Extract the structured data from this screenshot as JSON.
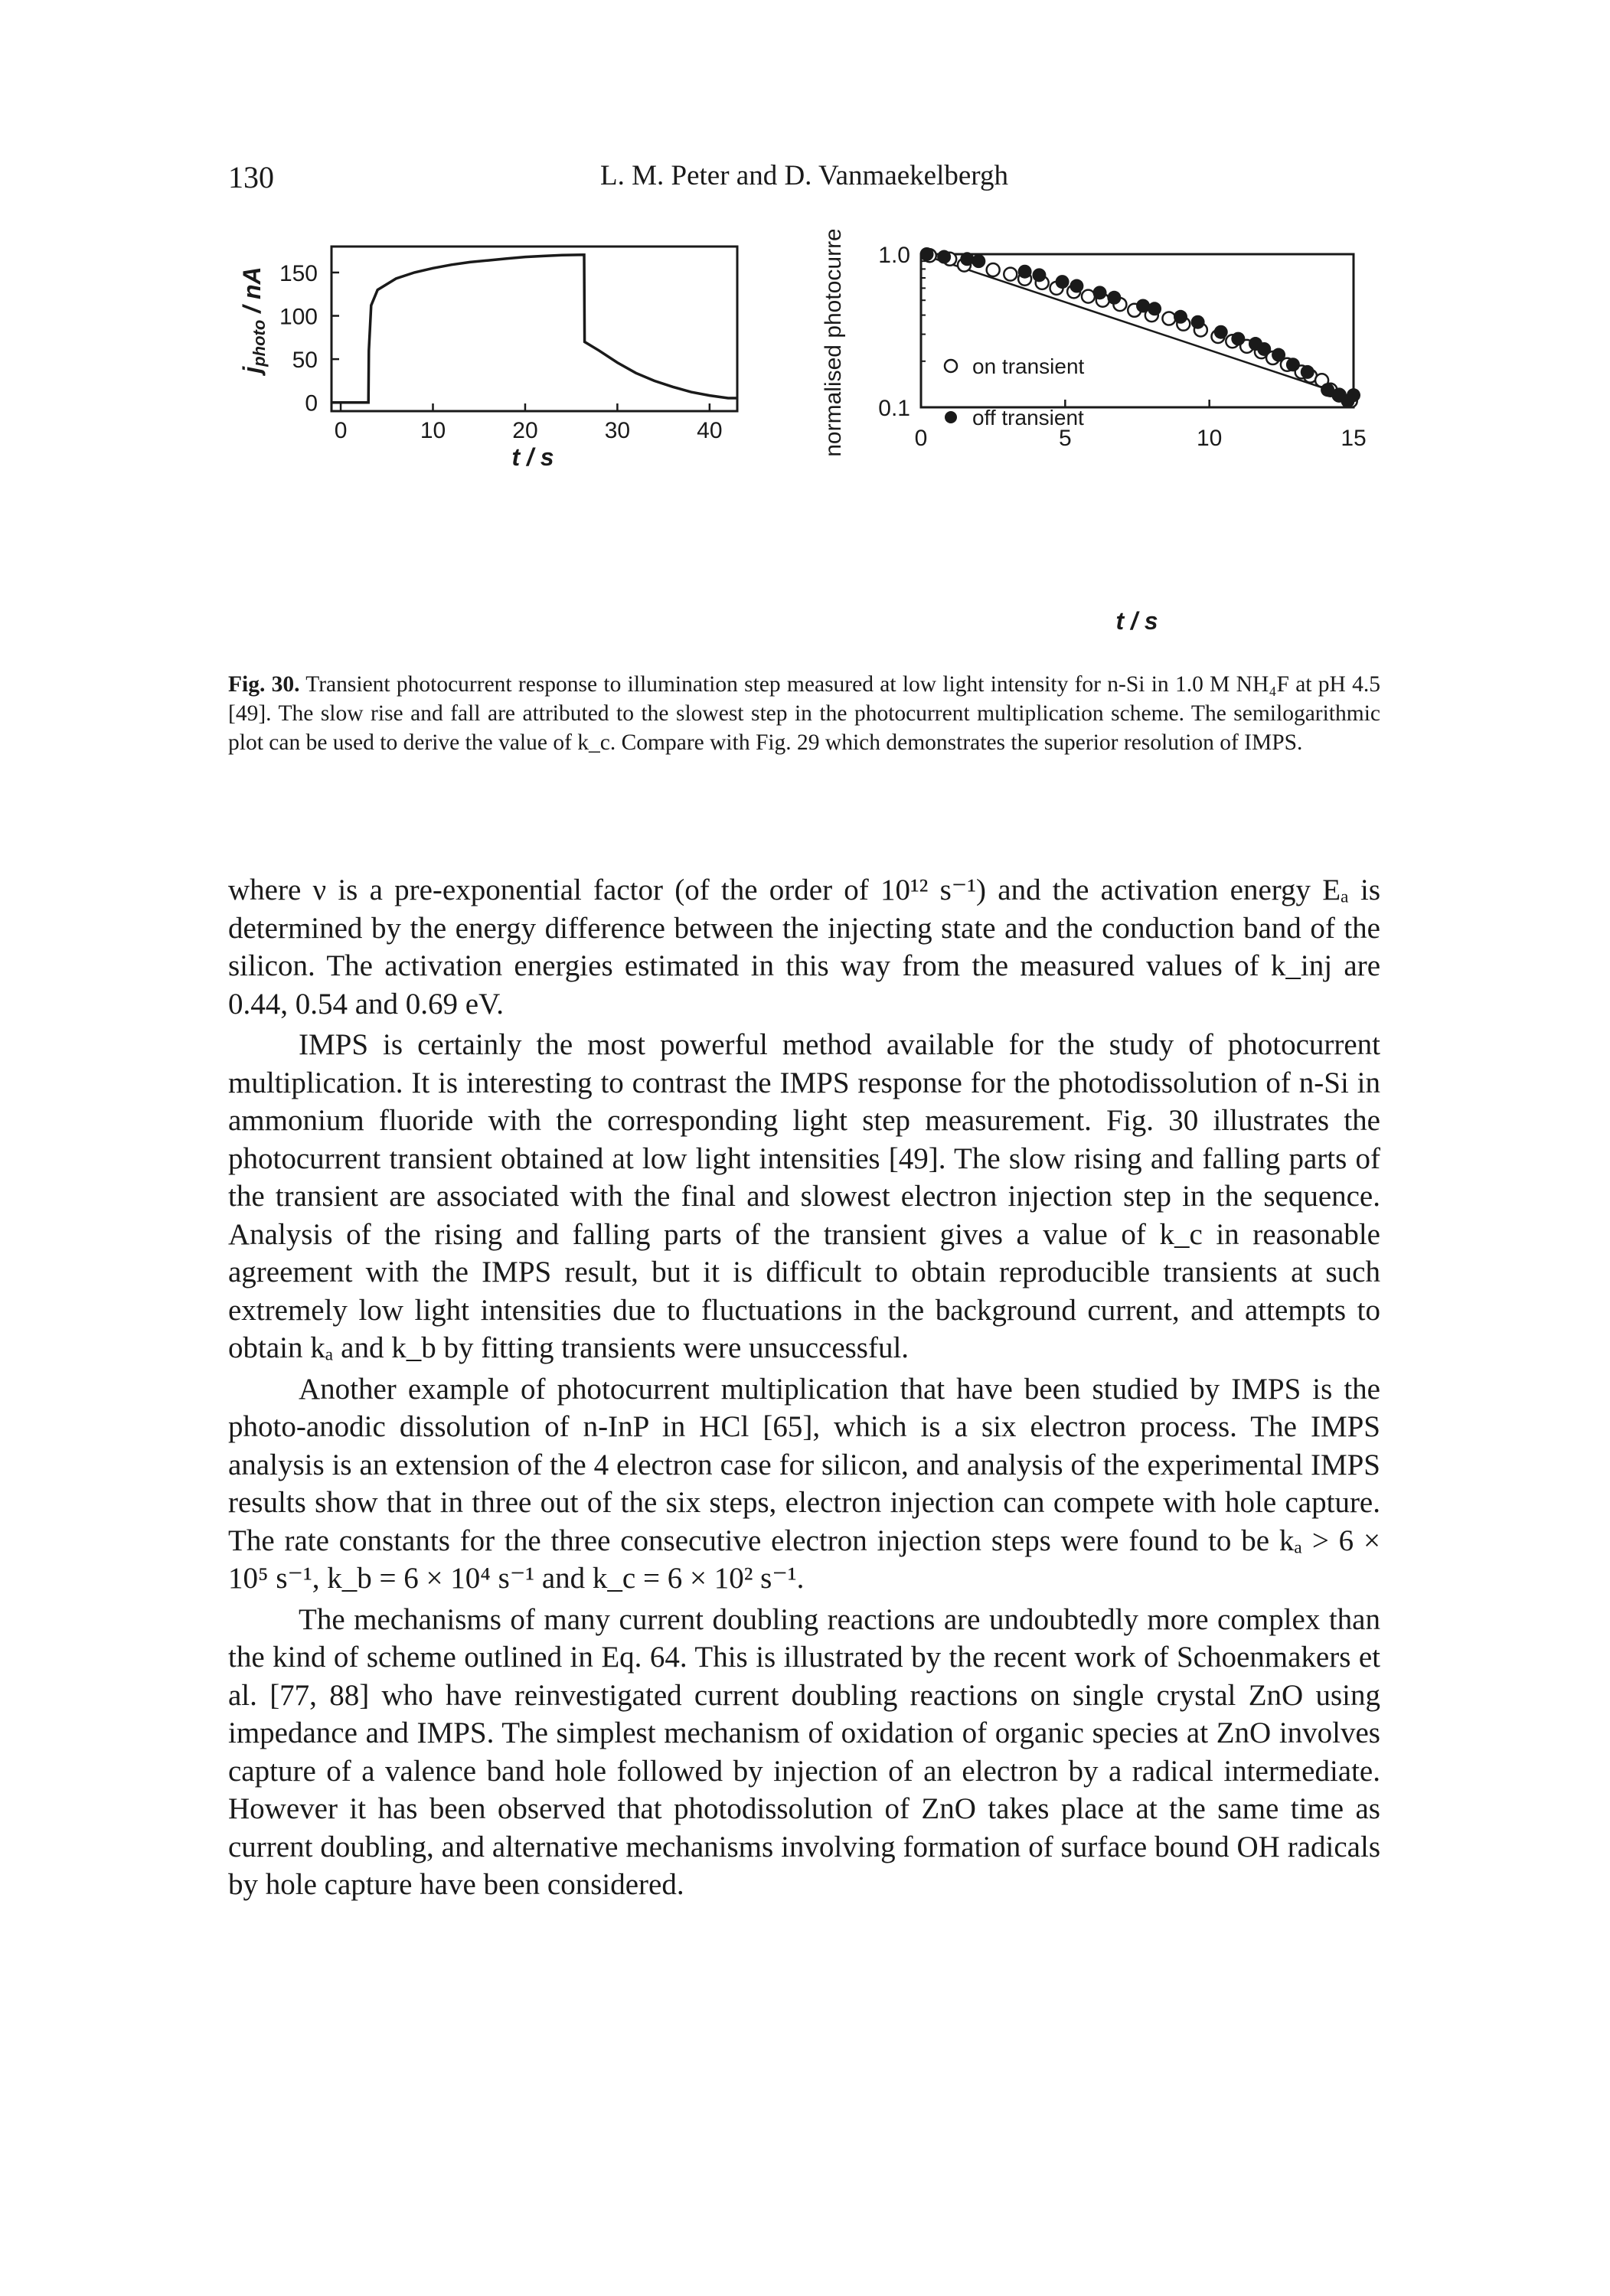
{
  "header": {
    "page_number": "130",
    "running_head": "L. M. Peter and D. Vanmaekelbergh"
  },
  "figure": {
    "left_panel": {
      "ylabel": "j_photo / nA",
      "xlabel": "t / s",
      "yticks": [
        "150",
        "100",
        "50",
        "0"
      ],
      "xticks": [
        "0",
        "10",
        "20",
        "30",
        "40"
      ]
    },
    "right_panel": {
      "ylabel": "normalised photocurrent",
      "xlabel": "t / s",
      "yticks": [
        "1.0",
        "0.1"
      ],
      "xticks": [
        "0",
        "5",
        "10",
        "15"
      ],
      "legend_on": "on transient",
      "legend_off": "off transient"
    }
  },
  "chart_data": [
    {
      "type": "line",
      "xlabel": "t / s",
      "ylabel": "j_photo / nA",
      "xlim": [
        -1,
        43
      ],
      "ylim": [
        -10,
        180
      ],
      "series": [
        {
          "x": [
            -1,
            3,
            3.05,
            3.3,
            4,
            6,
            8,
            10,
            12,
            14,
            16,
            18,
            20,
            22,
            24,
            26.4,
            26.45,
            28,
            30,
            32,
            34,
            36,
            38,
            40,
            42,
            43
          ],
          "values": [
            0,
            0,
            60,
            112,
            130,
            143,
            150,
            155,
            159,
            162,
            164,
            166,
            168,
            169,
            170,
            170.5,
            70,
            60,
            46,
            34,
            25,
            18,
            12,
            8,
            5,
            5
          ]
        }
      ]
    },
    {
      "type": "scatter",
      "xlabel": "t / s",
      "ylabel": "normalised photocurrent",
      "xlim": [
        0,
        15
      ],
      "ylim": [
        0.1,
        1.0
      ],
      "log_y": true,
      "legend_position": "bottom-left",
      "series": [
        {
          "name": "on transient",
          "marker": "open-circle",
          "x": [
            0.3,
            1.0,
            1.5,
            2.5,
            3.1,
            3.6,
            4.2,
            4.7,
            5.3,
            5.8,
            6.3,
            6.9,
            7.4,
            8.0,
            8.6,
            9.1,
            9.7,
            10.3,
            10.8,
            11.3,
            11.8,
            12.2,
            12.7,
            13.2,
            13.5,
            13.9,
            14.2,
            14.5,
            14.9
          ],
          "values": [
            0.98,
            0.93,
            0.85,
            0.79,
            0.74,
            0.69,
            0.65,
            0.6,
            0.57,
            0.53,
            0.5,
            0.47,
            0.43,
            0.4,
            0.38,
            0.35,
            0.32,
            0.29,
            0.27,
            0.25,
            0.23,
            0.21,
            0.19,
            0.17,
            0.16,
            0.15,
            0.13,
            0.12,
            0.11
          ]
        },
        {
          "name": "off transient",
          "marker": "filled-circle",
          "x": [
            0.2,
            0.8,
            1.6,
            2.0,
            3.6,
            4.1,
            4.9,
            5.4,
            6.2,
            6.7,
            7.7,
            8.1,
            9.0,
            9.6,
            10.4,
            11.0,
            11.6,
            11.9,
            12.4,
            12.9,
            13.4,
            14.1,
            14.5,
            14.8,
            15.0
          ],
          "values": [
            1.0,
            0.96,
            0.93,
            0.9,
            0.77,
            0.73,
            0.66,
            0.62,
            0.56,
            0.52,
            0.46,
            0.44,
            0.39,
            0.36,
            0.31,
            0.28,
            0.26,
            0.24,
            0.22,
            0.19,
            0.17,
            0.13,
            0.12,
            0.11,
            0.12
          ]
        },
        {
          "name": "fit",
          "marker": "line",
          "x": [
            0,
            15
          ],
          "values": [
            1.0,
            0.115
          ]
        }
      ]
    }
  ],
  "caption": {
    "label": "Fig. 30.",
    "text": "Transient photocurrent response to illumination step measured at low light intensity for n-Si in 1.0 M NH₄F at pH 4.5 [49]. The slow rise and fall are attributed to the slowest step in the photocurrent multiplication scheme. The semilogarithmic plot can be used to derive the value of k_c. Compare with Fig. 29 which demonstrates the superior resolution of IMPS."
  },
  "body": {
    "p1": "where ν is a pre-exponential factor (of the order of 10¹² s⁻¹) and the activation energy Eₐ is determined by the energy difference between the injecting state and the conduction band of the silicon. The activation energies estimated in this way from the measured values of k_inj are 0.44, 0.54 and 0.69 eV.",
    "p2": "IMPS is certainly the most powerful method available for the study of photocurrent multiplication. It is interesting to contrast the IMPS response for the photodissolution of n-Si in ammonium fluoride with the corresponding light step measurement. Fig. 30 illustrates the photocurrent transient obtained at low light intensities [49]. The slow rising and falling parts of the transient are associated with the final and slowest electron injection step in the sequence. Analysis of the rising and falling parts of the transient gives a value of k_c in reasonable agreement with the IMPS result, but it is difficult to obtain reproducible transients at such extremely low light intensities due to fluctuations in the background current, and attempts to obtain kₐ and k_b by fitting transients were unsuccessful.",
    "p3": "Another example of photocurrent multiplication that have been studied by IMPS is the photo-anodic dissolution of n-InP in HCl [65], which is a six electron process. The IMPS analysis is an extension of the 4 electron case for silicon, and analysis of the experimental IMPS results show that in three out of the six steps, electron injection can compete with hole capture. The rate constants for the three consecutive electron injection steps were found to be kₐ > 6 × 10⁵ s⁻¹, k_b = 6 × 10⁴ s⁻¹ and k_c = 6 × 10² s⁻¹.",
    "p4": "The mechanisms of many current doubling reactions are undoubtedly more complex than the kind of scheme outlined in Eq. 64. This is illustrated by the recent work of Schoenmakers et al. [77, 88] who have reinvestigated current doubling reactions on single crystal ZnO using impedance and IMPS. The simplest mechanism of oxidation of organic species at ZnO involves capture of a valence band hole followed by injection of an electron by a radical intermediate. However it has been observed that photodissolution of ZnO takes place at the same time as current doubling, and alternative mechanisms involving formation of surface bound OH radicals by hole capture have been considered."
  }
}
